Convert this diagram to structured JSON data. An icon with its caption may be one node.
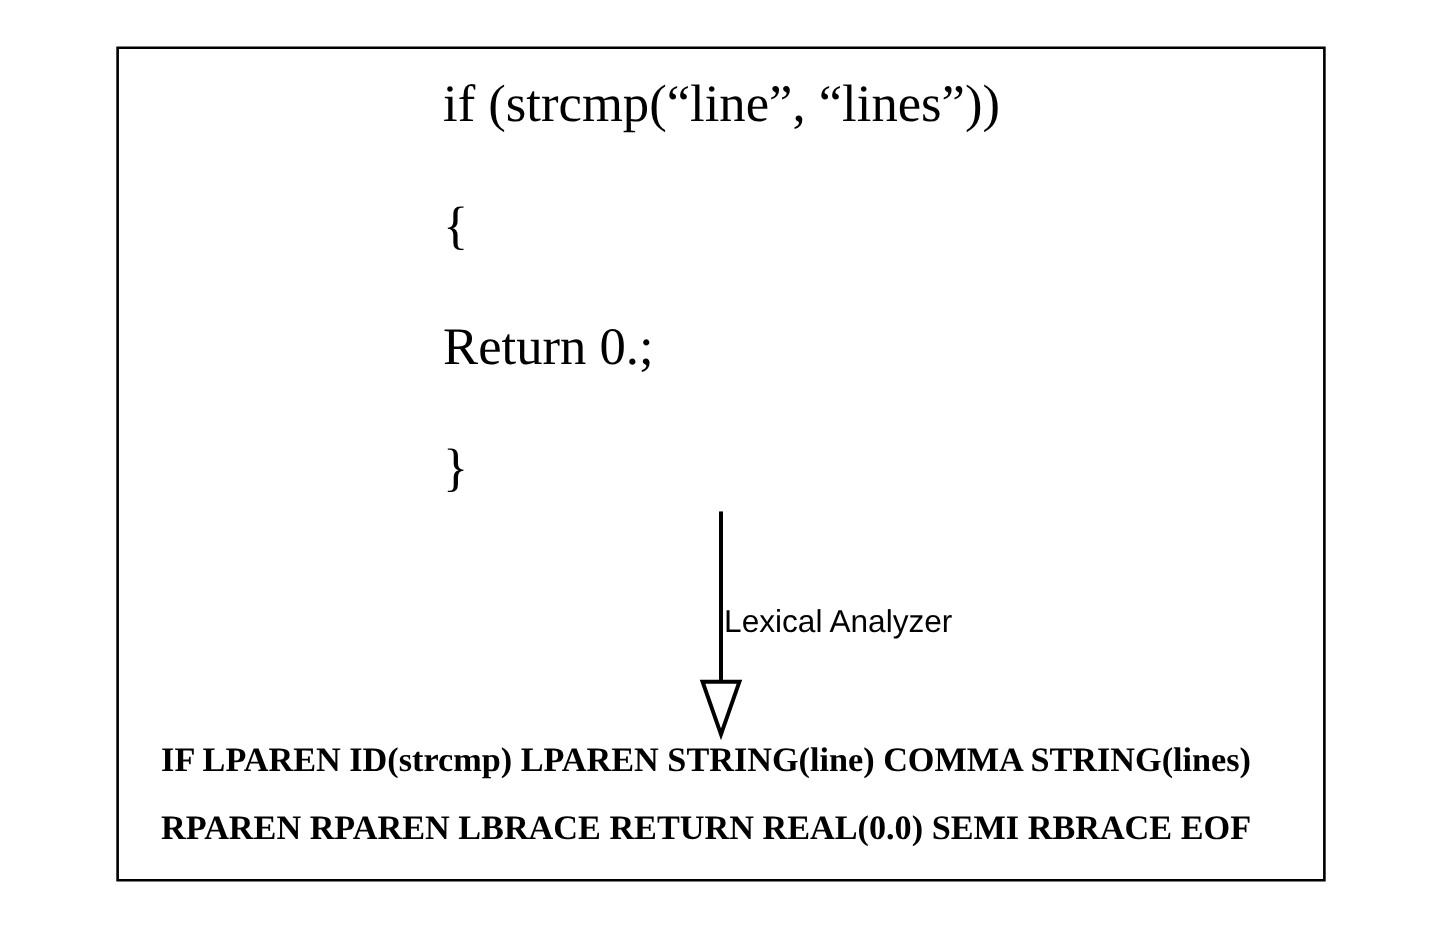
{
  "diagram": {
    "nodes": [
      {
        "text": [],
        "shape": "box"
      },
      {
        "text": [
          "if (strcmp(“line”, “lines”))",
          "{",
          "Return 0.;",
          "}"
        ],
        "in": 0
      },
      {
        "text": [
          "IF LPAREN ID(strcmp) LPAREN STRING(line) COMMA STRING(lines)",
          "RPAREN RPAREN LBRACE RETURN REAL(0.0) SEMI RBRACE EOF"
        ],
        "in": 0
      }
    ],
    "edges": [
      {
        "from": 1,
        "to": 2,
        "label": "Lexical Analyzer",
        "arrow": "to"
      }
    ]
  }
}
